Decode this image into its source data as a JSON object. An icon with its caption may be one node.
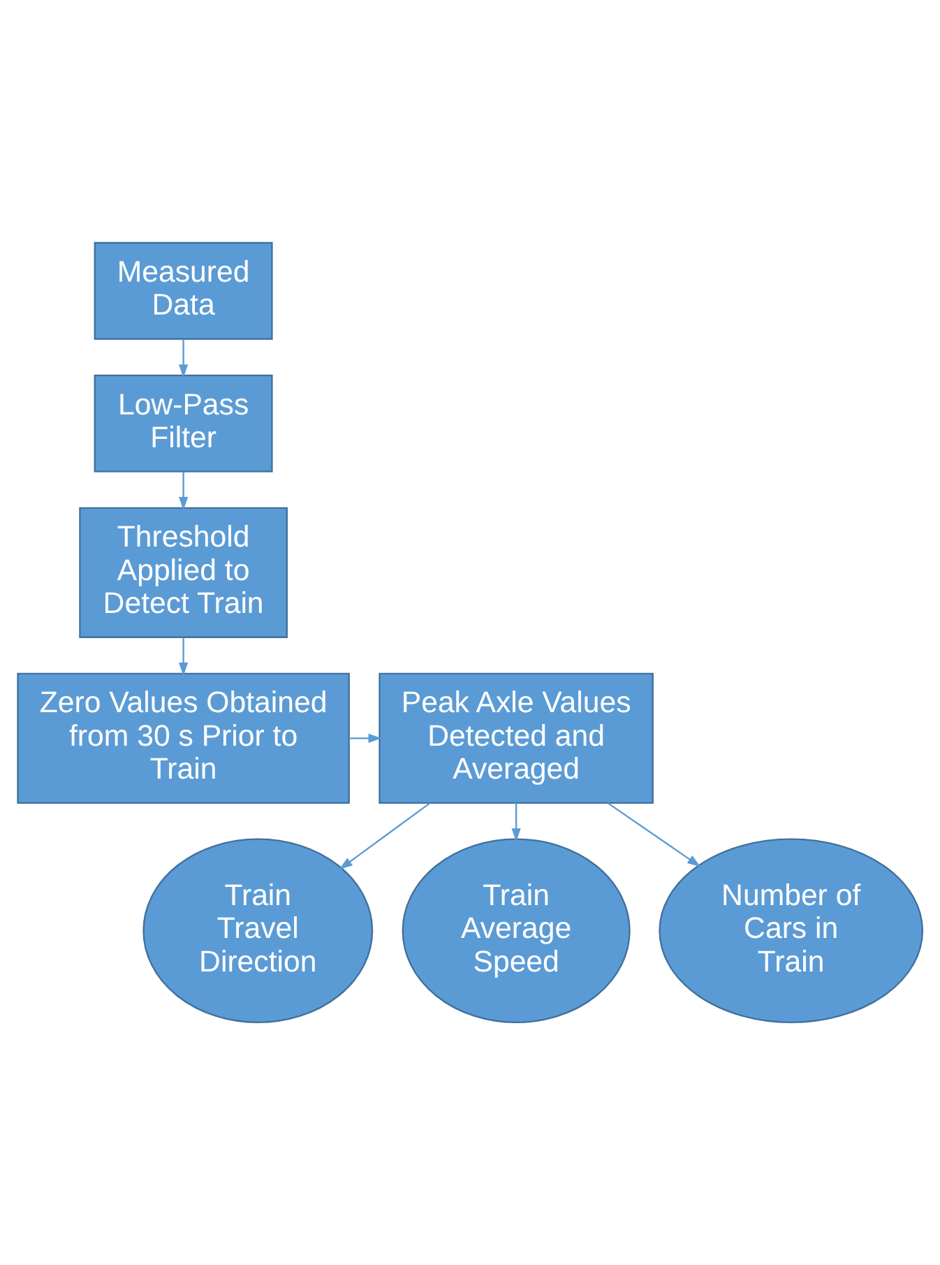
{
  "diagram": {
    "nodes": [
      {
        "text": [
          "Measured Data"
        ]
      },
      {
        "text": [
          "Low-Pass Filter"
        ]
      },
      {
        "text": [
          "Threshold Applied to Detect Train"
        ]
      },
      {
        "text": [
          "Zero Values Obtained from 30 s Prior to Train"
        ]
      },
      {
        "text": [
          "Peak Axle Values Detected and Averaged"
        ]
      },
      {
        "text": [
          "Train Travel Direction"
        ]
      },
      {
        "text": [
          "Train Average Speed"
        ]
      },
      {
        "text": [
          "Number of Cars in Train"
        ]
      }
    ],
    "edges": [
      {
        "from": 0,
        "to": 1,
        "arrow": "to"
      },
      {
        "from": 1,
        "to": 2,
        "arrow": "to"
      },
      {
        "from": 2,
        "to": 3,
        "arrow": "to"
      },
      {
        "from": 3,
        "to": 4,
        "arrow": "to"
      },
      {
        "from": 4,
        "to": 5,
        "arrow": "to"
      },
      {
        "from": 4,
        "to": 6,
        "arrow": "to"
      },
      {
        "from": 4,
        "to": 7,
        "arrow": "to"
      }
    ]
  }
}
